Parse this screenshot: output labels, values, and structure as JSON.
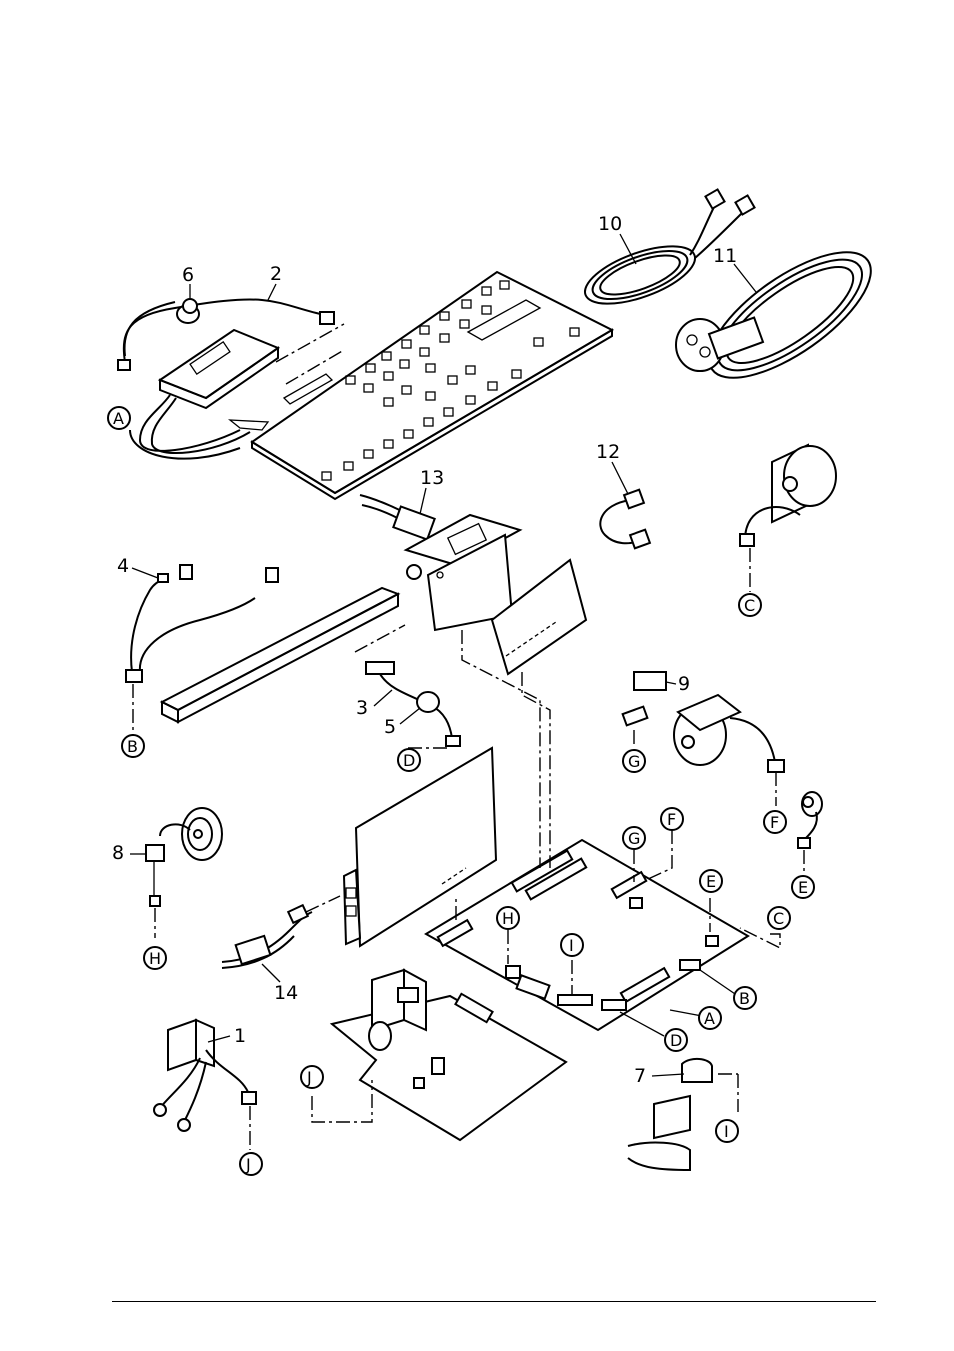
{
  "part_numbers": {
    "p1": "1",
    "p2": "2",
    "p3": "3",
    "p4": "4",
    "p5": "5",
    "p6": "6",
    "p7": "7",
    "p8": "8",
    "p9": "9",
    "p10": "10",
    "p11": "11",
    "p12": "12",
    "p13": "13",
    "p14": "14"
  },
  "connector_letters": {
    "A": "A",
    "B": "B",
    "C": "C",
    "D": "D",
    "E": "E",
    "F": "F",
    "G": "G",
    "H": "H",
    "I": "I",
    "J": "J"
  }
}
